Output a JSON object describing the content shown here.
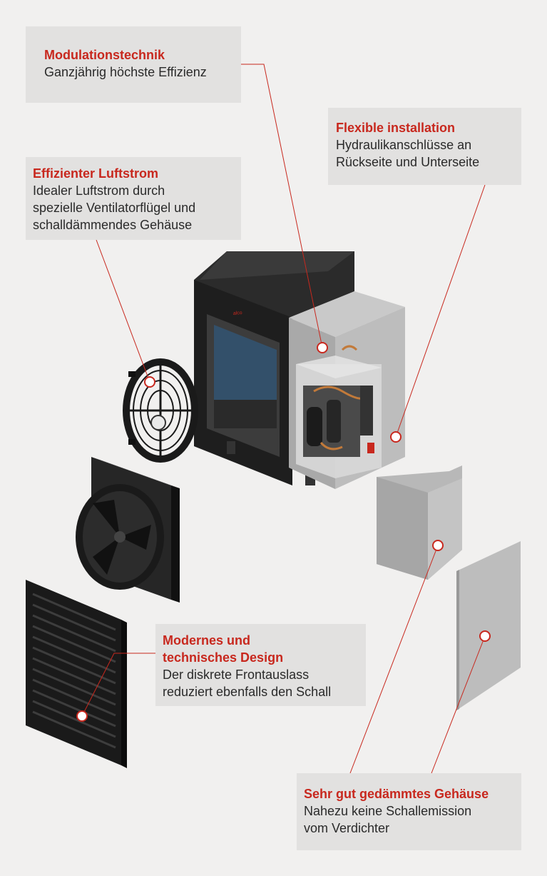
{
  "callouts": {
    "modulation": {
      "title": "Modulationstechnik",
      "text": "Ganzjährig höchste Effizienz"
    },
    "installation": {
      "title": "Flexible installation",
      "text": "Hydraulikanschlüsse an\nRückseite und Unterseite"
    },
    "airflow": {
      "title": "Effizienter Luftstrom",
      "text": "Idealer Luftstrom durch\nspezielle Ventilatorflügel und\nschalldämmendes Gehäuse"
    },
    "design": {
      "title": "Modernes und\ntechnisches Design",
      "text": "Der diskrete Frontauslass\nreduziert ebenfalls den Schall"
    },
    "housing": {
      "title": "Sehr gut gedämmtes Gehäuse",
      "text": "Nahezu keine Schallemission\nvom Verdichter"
    }
  },
  "brand_mark": "alco",
  "colors": {
    "accent": "#c8281e",
    "callout_bg": "#e2e1e0",
    "page_bg": "#f1f0ef"
  }
}
